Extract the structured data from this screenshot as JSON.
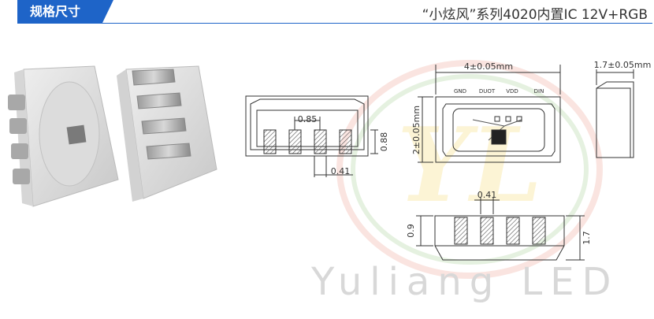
{
  "header": {
    "section_tag": "规格尺寸",
    "product_title": "“小炫风”系列4020内置IC 12V+RGB"
  },
  "drawing": {
    "front_view": {
      "pitch": "0.85",
      "pad_height": "0.88",
      "pad_width": "0.41"
    },
    "top_view": {
      "width": "4±0.05mm",
      "height": "2±0.05mm",
      "pins": [
        "GND",
        "DUOT",
        "VDD",
        "DIN"
      ]
    },
    "side_view": {
      "depth": "1.7±0.05mm"
    },
    "bottom_view": {
      "pad_width": "0.41",
      "pad_height": "0.9",
      "total_height": "1.7"
    }
  },
  "watermark": {
    "text": "Yuliang LED",
    "logo_text": "YL"
  },
  "colors": {
    "brand_blue": "#1e64c8",
    "line": "#333333",
    "watermark": "#d8d8d8"
  }
}
